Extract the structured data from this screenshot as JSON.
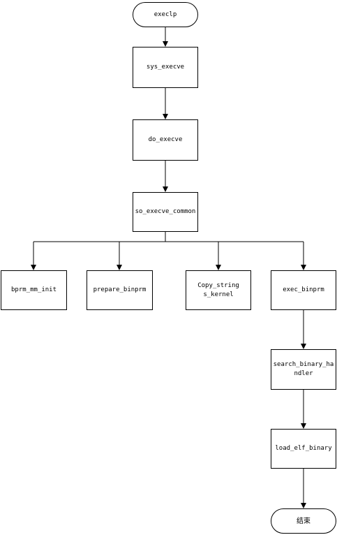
{
  "diagram": {
    "start": "execlp",
    "sys_execve": "sys_execve",
    "do_execve": "do_execve",
    "do_execve_common": "so_execve_common",
    "bprm_mm_init": "bprm_mm_init",
    "prepare_binprm": "prepare_binprm",
    "copy_strings_kernel": "Copy_string\ns_kernel",
    "exec_binprm": "exec_binprm",
    "search_binary_handler": "search_binary_ha\nndler",
    "load_elf_binary": "load_elf_binary",
    "end": "结束"
  }
}
